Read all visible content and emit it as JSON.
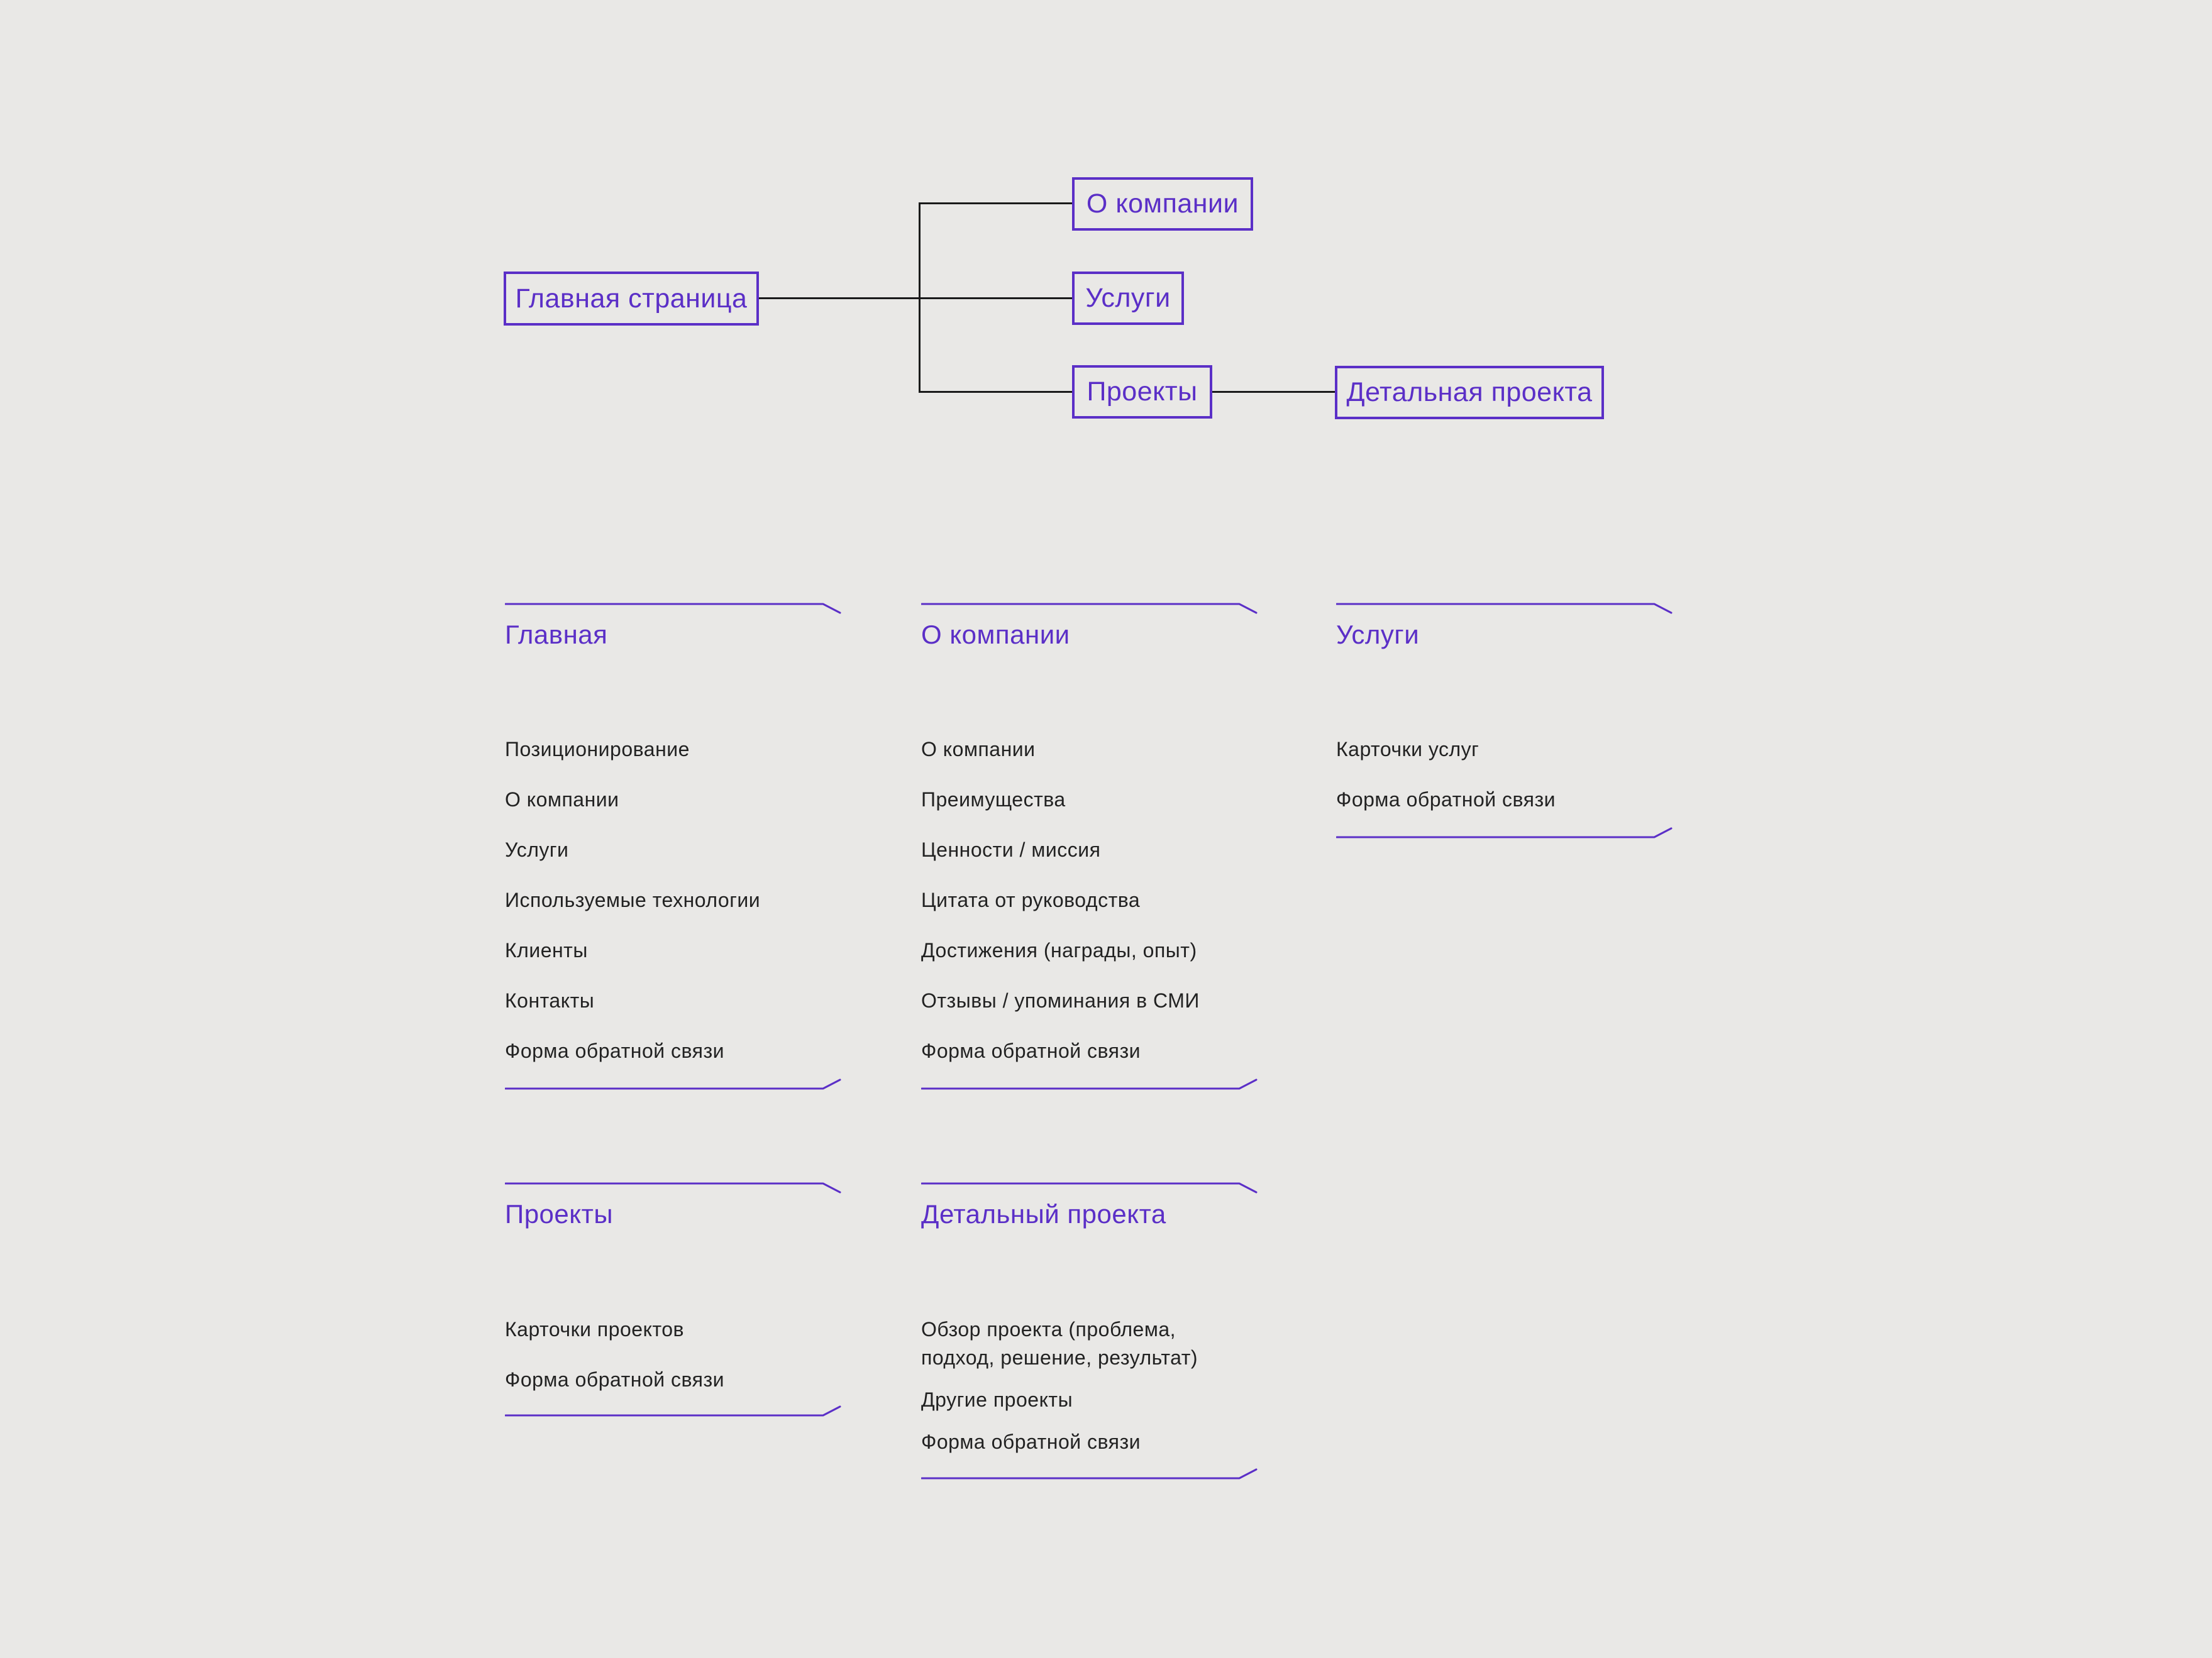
{
  "page": {
    "background": "#e9e8e6",
    "accent_color": "#5b2fc7",
    "connector_color": "#1a1a1a",
    "item_text_color": "#222222"
  },
  "flowchart": {
    "nodes": [
      {
        "id": "home",
        "label": "Главная страница"
      },
      {
        "id": "about",
        "label": "О компании"
      },
      {
        "id": "services",
        "label": "Услуги"
      },
      {
        "id": "projects",
        "label": "Проекты"
      },
      {
        "id": "project-detail",
        "label": "Детальная проекта"
      }
    ]
  },
  "sections": [
    {
      "title": "Главная",
      "items": [
        "Позиционирование",
        "О компании",
        "Услуги",
        "Используемые технологии",
        "Клиенты",
        "Контакты",
        "Форма обратной связи"
      ]
    },
    {
      "title": "О компании",
      "items": [
        "О компании",
        "Преимущества",
        "Ценности / миссия",
        "Цитата от руководства",
        "Достижения (награды, опыт)",
        "Отзывы / упоминания в СМИ",
        "Форма обратной связи"
      ]
    },
    {
      "title": "Услуги",
      "items": [
        "Карточки услуг",
        "Форма обратной связи"
      ]
    },
    {
      "title": "Проекты",
      "items": [
        "Карточки проектов",
        "Форма обратной связи"
      ]
    },
    {
      "title": "Детальный проекта",
      "items": [
        "Обзор проекта (проблема, подход, решение, результат)",
        "Другие проекты",
        "Форма обратной связи"
      ]
    }
  ]
}
